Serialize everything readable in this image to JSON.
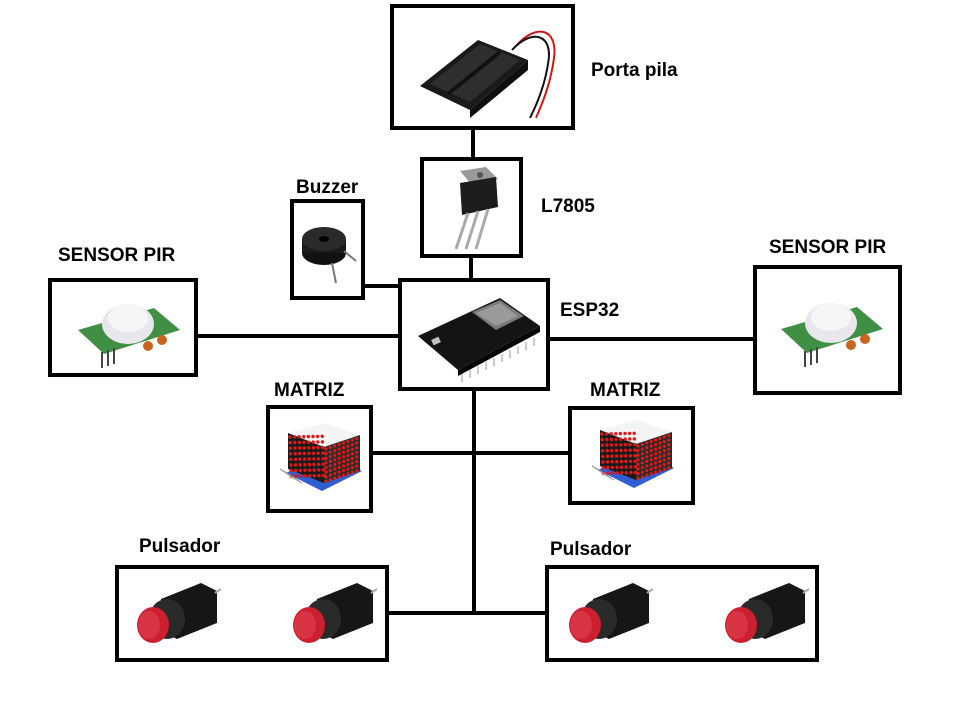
{
  "labels": {
    "battery_holder": "Porta pila",
    "regulator": "L7805",
    "buzzer": "Buzzer",
    "mcu": "ESP32",
    "pir_left": "SENSOR PIR",
    "pir_right": "SENSOR PIR",
    "matrix_left": "MATRIZ",
    "matrix_right": "MATRIZ",
    "button_left": "Pulsador",
    "button_right": "Pulsador"
  },
  "icons": {
    "battery_holder": "battery-holder-icon",
    "regulator": "voltage-regulator-icon",
    "buzzer": "buzzer-icon",
    "mcu": "esp32-board-icon",
    "pir": "pir-sensor-icon",
    "matrix": "led-matrix-icon",
    "button": "push-button-icon"
  },
  "colors": {
    "line": "#000000",
    "pcb_green": "#3f8f45",
    "pcb_blue": "#2f5fd0",
    "led_red": "#e01818",
    "button_red": "#cc2030"
  }
}
